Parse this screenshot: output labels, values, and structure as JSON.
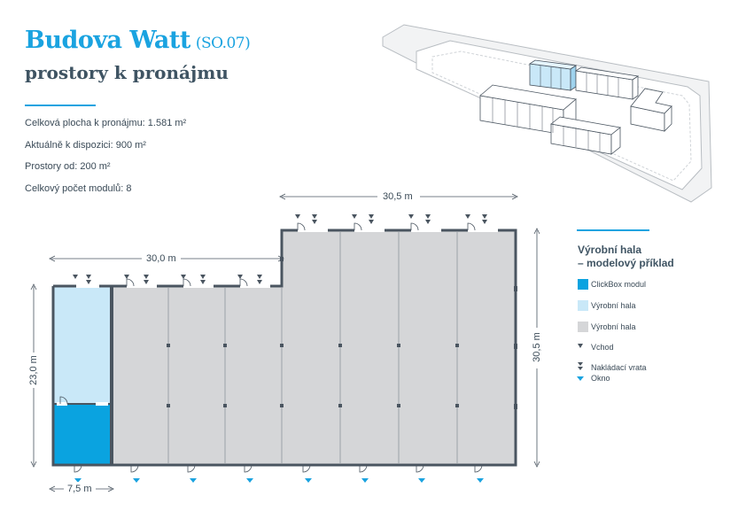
{
  "header": {
    "title": "Budova Watt",
    "code": "(SO.07)",
    "subtitle": "prostory k pronájmu"
  },
  "facts": [
    "Celková plocha k pronájmu: 1.581 m²",
    "Aktuálně k dispozici: 900 m²",
    "Prostory od: 200 m²",
    "Celkový počet modulů: 8"
  ],
  "dimensions": {
    "top_right": "30,5 m",
    "top_left": "30,0 m",
    "left_height": "23,0 m",
    "right_height": "30,5 m",
    "bottom_width": "7,5 m"
  },
  "legend": {
    "title_line1": "Výrobní hala",
    "title_line2": "– modelový příklad",
    "items": [
      {
        "label": "ClickBox modul",
        "color": "#0aa3e0"
      },
      {
        "label": "Výrobní hala",
        "color": "#c9e8f8"
      },
      {
        "label": "Výrobní hala",
        "color": "#d5d6d8"
      },
      {
        "label": "Vchod",
        "icon": "entrance-arrow-icon"
      },
      {
        "label": "Nakládací vrata",
        "icon": "loading-gate-icon"
      },
      {
        "label": "Okno",
        "icon": "window-icon"
      }
    ]
  },
  "colors": {
    "accent": "#1aa3e0",
    "clickbox": "#0aa3e0",
    "hall_light_blue": "#c9e8f8",
    "hall_grey": "#d5d6d8",
    "wall": "#4a5560"
  }
}
